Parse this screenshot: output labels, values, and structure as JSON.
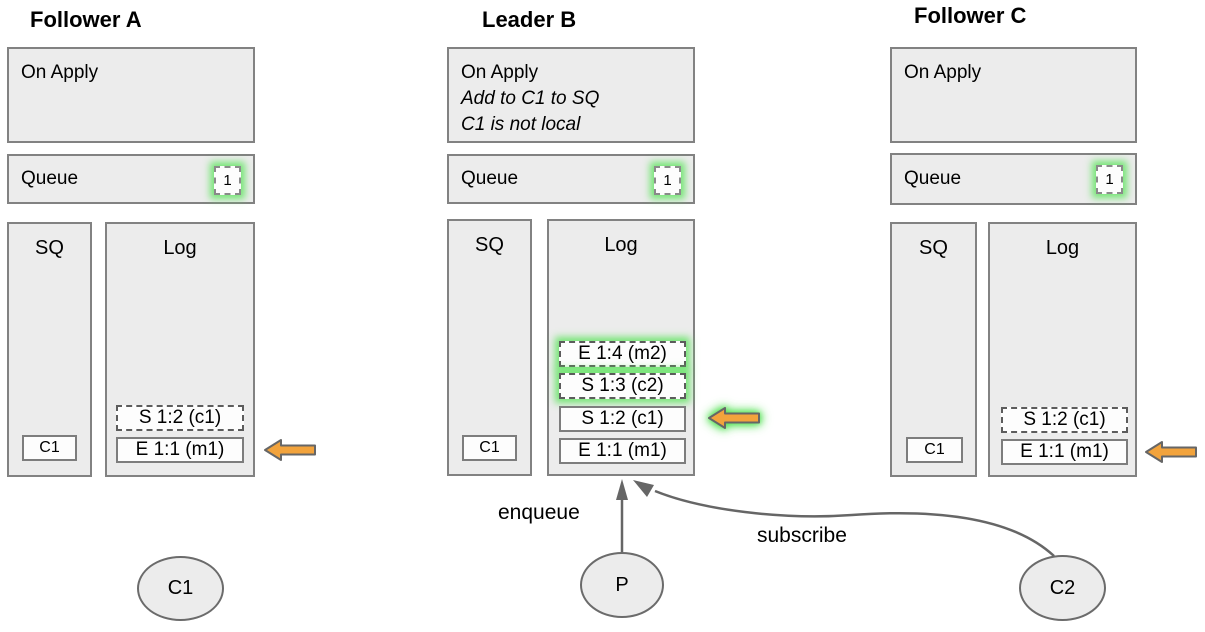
{
  "nodes": {
    "a": {
      "title": "Follower A",
      "on_apply_title": "On Apply",
      "queue_label": "Queue",
      "queue_badge": "1",
      "sq_label": "SQ",
      "sq_item": "C1",
      "log_label": "Log",
      "log_entries": {
        "s12": "S 1:2 (c1)",
        "e11": "E 1:1 (m1)"
      }
    },
    "b": {
      "title": "Leader B",
      "on_apply_title": "On Apply",
      "on_apply_note1": "Add to C1 to SQ",
      "on_apply_note2": "C1 is not local",
      "queue_label": "Queue",
      "queue_badge": "1",
      "sq_label": "SQ",
      "sq_item": "C1",
      "log_label": "Log",
      "log_entries": {
        "e14": "E 1:4 (m2)",
        "s13": "S 1:3 (c2)",
        "s12": "S 1:2 (c1)",
        "e11": "E 1:1 (m1)"
      }
    },
    "c": {
      "title": "Follower C",
      "on_apply_title": "On Apply",
      "queue_label": "Queue",
      "queue_badge": "1",
      "sq_label": "SQ",
      "sq_item": "C1",
      "log_label": "Log",
      "log_entries": {
        "s12": "S 1:2 (c1)",
        "e11": "E 1:1 (m1)"
      }
    }
  },
  "actors": {
    "c1": "C1",
    "p": "P",
    "c2": "C2"
  },
  "connector_labels": {
    "enqueue": "enqueue",
    "subscribe": "subscribe"
  },
  "colors": {
    "panel_fill": "#ececec",
    "panel_border": "#828282",
    "entry_fill": "#fdfdfd",
    "glow_green": "#5fe45f",
    "arrow_orange": "#f2a33c",
    "arrow_outline": "#666666",
    "connector_gray": "#666666"
  }
}
